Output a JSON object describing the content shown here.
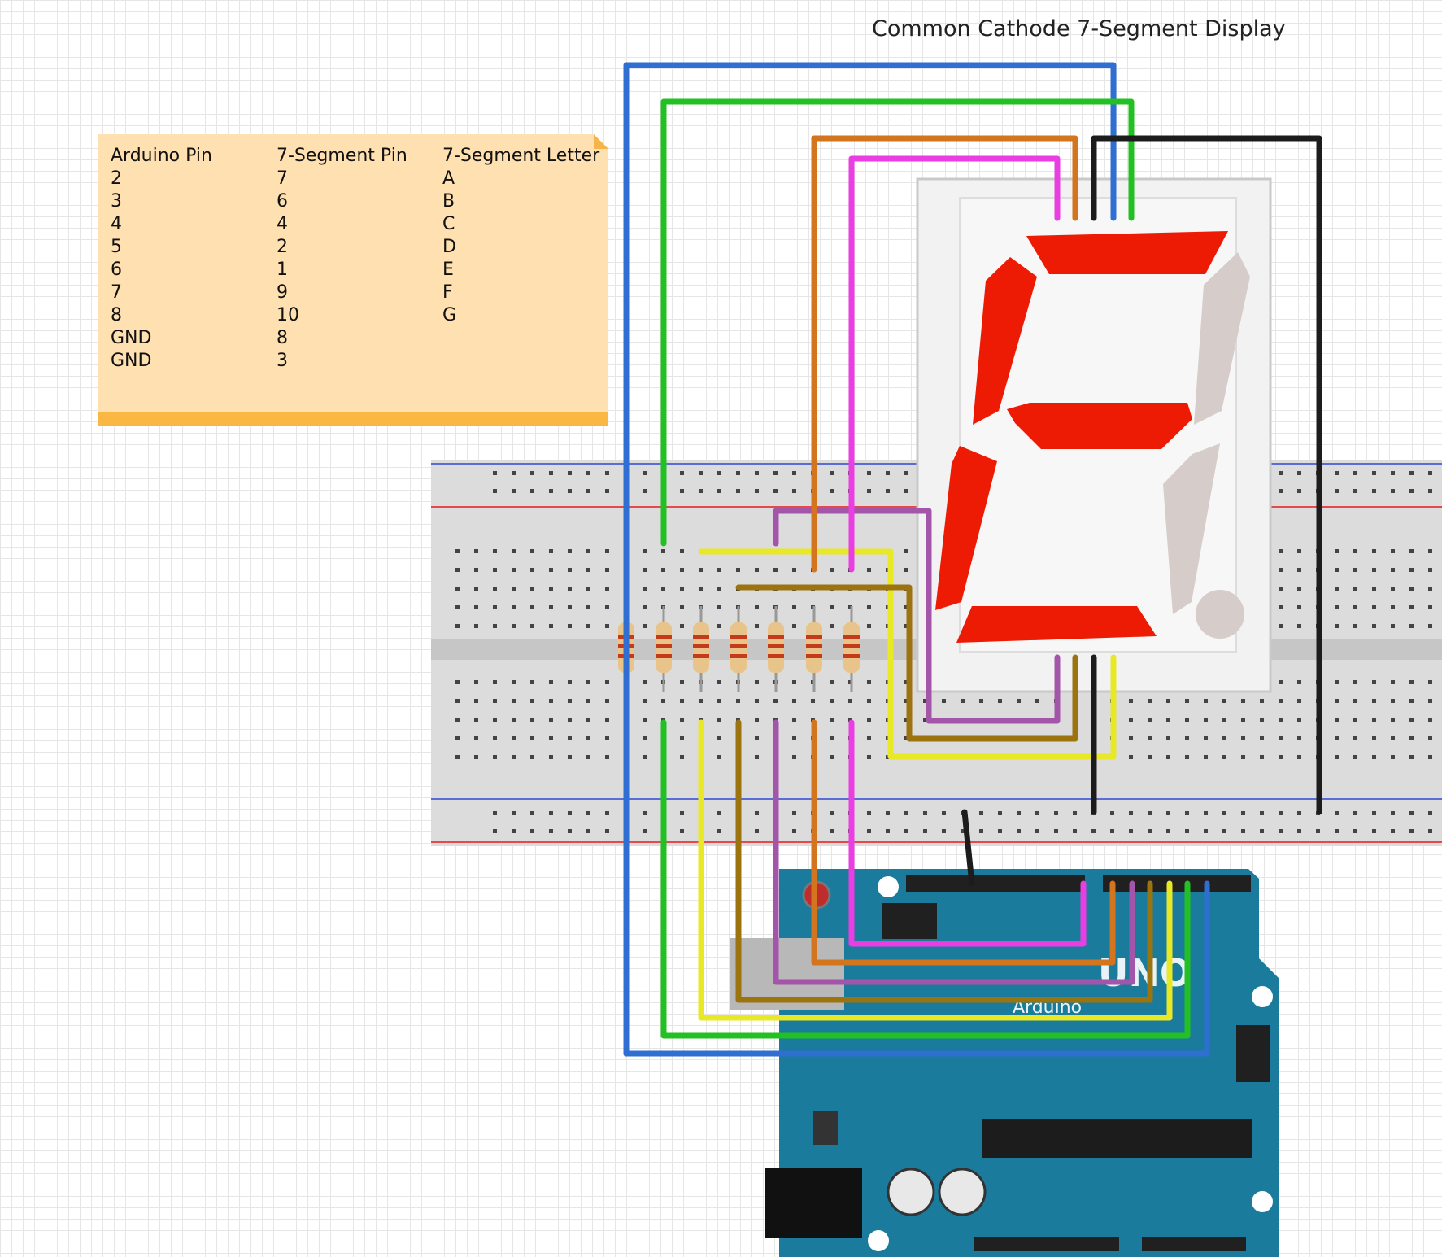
{
  "diagram": {
    "title": "Common Cathode 7-Segment Display"
  },
  "note": {
    "headers": [
      "Arduino Pin",
      "7-Segment Pin",
      "7-Segment Letter"
    ],
    "rows": [
      [
        "2",
        "7",
        "A"
      ],
      [
        "3",
        "6",
        "B"
      ],
      [
        "4",
        "4",
        "C"
      ],
      [
        "5",
        "2",
        "D"
      ],
      [
        "6",
        "1",
        "E"
      ],
      [
        "7",
        "9",
        "F"
      ],
      [
        "8",
        "10",
        "G"
      ],
      [
        "GND",
        "8",
        ""
      ],
      [
        "GND",
        "3",
        ""
      ]
    ]
  },
  "display": {
    "lit_segments": [
      "a",
      "d",
      "e",
      "f",
      "g"
    ],
    "lit_color": "#ee1b04",
    "unlit_color": "#d6cdcb"
  },
  "arduino": {
    "brand_label": "Arduino",
    "model_label": "UNO",
    "board_color": "#1a7b9c"
  },
  "wire_colors": {
    "A": "#2f6fd1",
    "B": "#22c022",
    "C": "#e8e827",
    "D": "#9b7410",
    "E": "#a355aa",
    "F": "#d3751f",
    "G": "#e93ee1",
    "GND": "#1c1c1c"
  }
}
